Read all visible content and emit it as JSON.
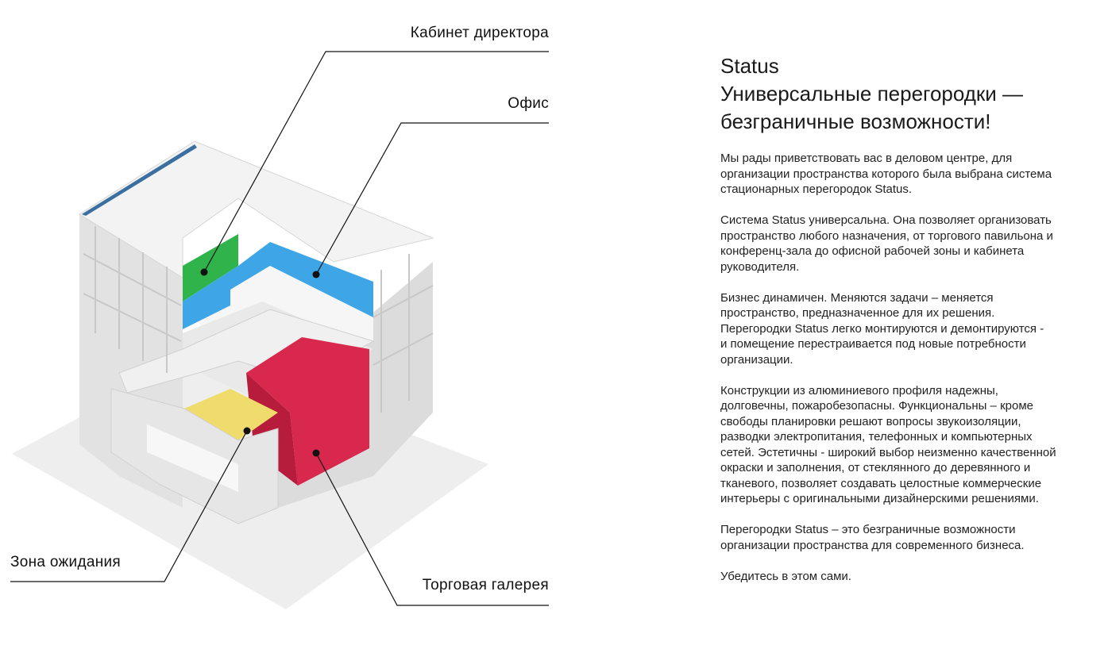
{
  "labels": {
    "director_office": "Кабинет директора",
    "office": "Офис",
    "waiting_zone": "Зона ожидания",
    "trade_gallery": "Торговая галерея"
  },
  "colors": {
    "director_office": "#2fb34a",
    "office": "#3ea6e6",
    "waiting_zone": "#f0dc6c",
    "trade_gallery": "#d8284e"
  },
  "title_lines": [
    "Status",
    "Универсальные перегородки —",
    "безграничные возможности!"
  ],
  "paragraphs": [
    [
      "Мы рады приветствовать вас в деловом центре, для",
      "организации пространства которого была выбрана система",
      "стационарных перегородок Status."
    ],
    [
      "Система Status универсальна. Она позволяет организовать",
      "пространство любого назначения, от торгового павильона и",
      "конференц-зала до офисной рабочей зоны и кабинета",
      "руководителя."
    ],
    [
      "Бизнес динамичен. Меняются задачи – меняется",
      "пространство, предназначенное для их решения.",
      "Перегородки Status легко монтируются и демонтируются -",
      "и помещение перестраивается под новые потребности",
      "организации."
    ],
    [
      "Конструкции из алюминиевого профиля надежны,",
      "долговечны, пожаробезопасны. Функциональны – кроме",
      "свободы планировки решают вопросы звукоизоляции,",
      "разводки электропитания, телефонных и компьютерных",
      "сетей. Эстетичны - широкий выбор неизменно качественной",
      "окраски и заполнения, от стеклянного до деревянного и",
      "тканевого, позволяет создавать целостные коммерческие",
      "интерьеры с оригинальными дизайнерскими решениями."
    ],
    [
      "Перегородки Status – это безграничные возможности",
      "организации пространства для современного бизнеса."
    ],
    [
      "Убедитесь в этом сами."
    ]
  ]
}
